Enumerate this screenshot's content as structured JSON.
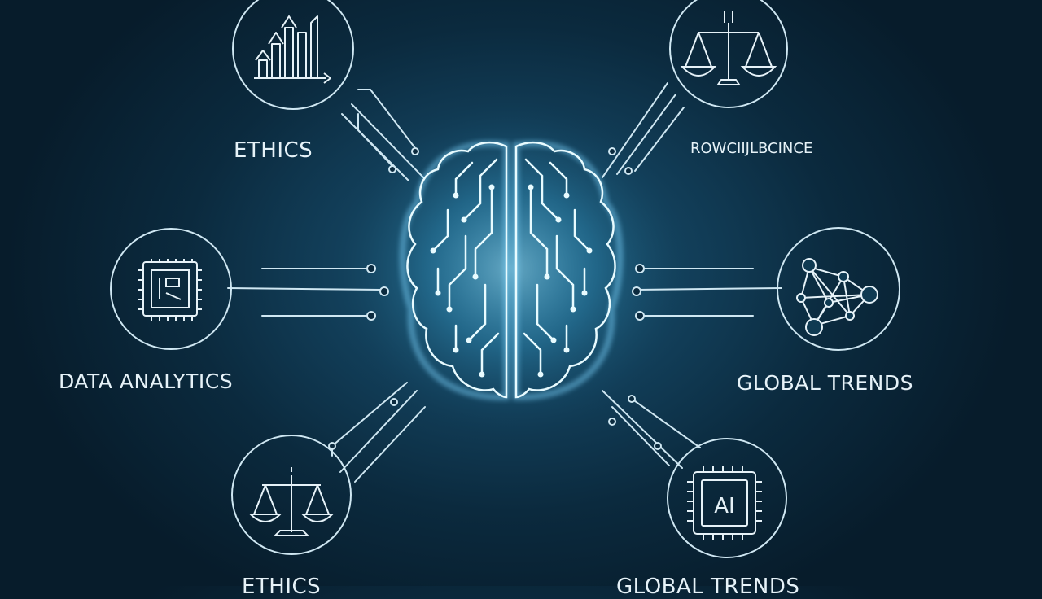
{
  "labels": {
    "top_left": "ETHICS",
    "top_right": "ROWCIIJLBCINCE",
    "mid_left": "DATA ANALYTICS",
    "mid_right": "GLOBAL TRENDS",
    "bottom_left": "ETHICS",
    "bottom_right": "GLOBAL TRENDS"
  },
  "chip_text": "AI",
  "colors": {
    "line": "#cfe7f2",
    "brain_glow": "#7fd6ff",
    "brain_stroke": "#e8fbff"
  },
  "icons": {
    "top_left": "bar-chart-icon",
    "top_right": "scales-icon",
    "mid_left": "chip-icon",
    "mid_right": "network-icon",
    "bottom_left": "scales-icon",
    "bottom_right": "ai-chip-icon"
  }
}
